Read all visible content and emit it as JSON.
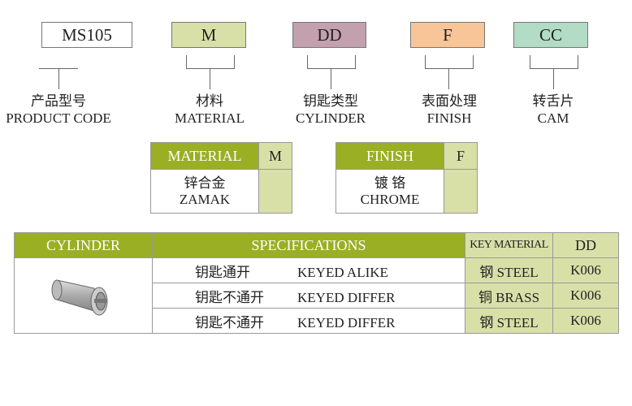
{
  "codes": [
    {
      "code": "MS105",
      "cn": "产品型号",
      "en": "PRODUCT CODE",
      "color": "#ffffff"
    },
    {
      "code": "M",
      "cn": "材料",
      "en": "MATERIAL",
      "color": "#d8e0a8"
    },
    {
      "code": "DD",
      "cn": "钥匙类型",
      "en": "CYLINDER",
      "color": "#c3a0ae"
    },
    {
      "code": "F",
      "cn": "表面处理",
      "en": "FINISH",
      "color": "#f7c598"
    },
    {
      "code": "CC",
      "cn": "转舌片",
      "en": "CAM",
      "color": "#b2dcc5"
    }
  ],
  "material_table": {
    "header": "MATERIAL",
    "code": "M",
    "cn": "锌合金",
    "en": "ZAMAK"
  },
  "finish_table": {
    "header": "FINISH",
    "code": "F",
    "cn": "镀 铬",
    "en": "CHROME"
  },
  "cylinder_table": {
    "headers": [
      "CYLINDER",
      "SPECIFICATIONS",
      "KEY MATERIAL",
      "DD"
    ],
    "rows": [
      {
        "cn": "钥匙通开",
        "en": "KEYED ALIKE",
        "material": "钢 STEEL",
        "code": "K006"
      },
      {
        "cn": "钥匙不通开",
        "en": "KEYED DIFFER",
        "material": "铜 BRASS",
        "code": "K006"
      },
      {
        "cn": "钥匙不通开",
        "en": "KEYED DIFFER",
        "material": "钢 STEEL",
        "code": "K006"
      }
    ]
  },
  "colors": {
    "header": "#9aaf24",
    "light": "#d8e0a8"
  }
}
